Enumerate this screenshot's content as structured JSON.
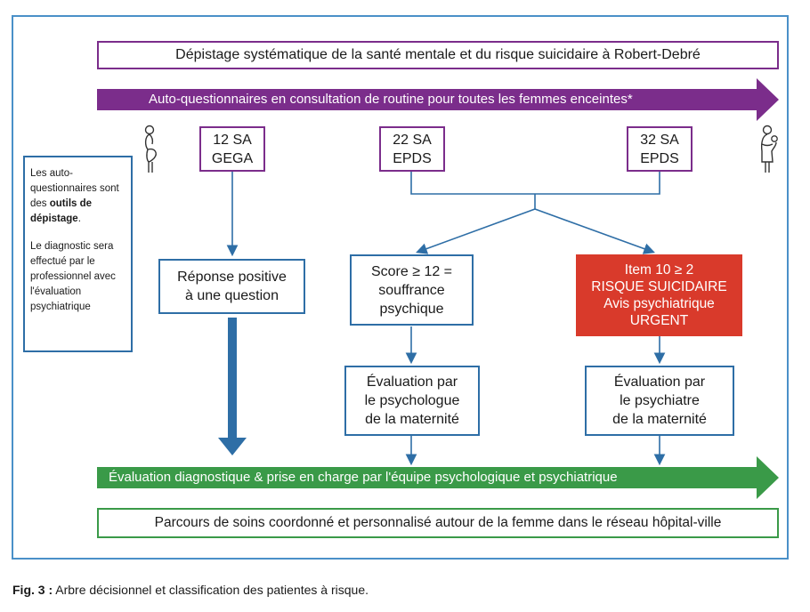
{
  "title": "Dépistage systématique de la santé mentale et du risque suicidaire à Robert-Debré",
  "purple_arrow_label": "Auto-questionnaires en consultation de routine pour toutes les femmes enceintes*",
  "stages": [
    {
      "line1": "12 SA",
      "line2": "GEGA"
    },
    {
      "line1": "22 SA",
      "line2": "EPDS"
    },
    {
      "line1": "32 SA",
      "line2": "EPDS"
    }
  ],
  "note": {
    "part1_pre": "Les auto-questionnaires sont des ",
    "part1_bold": "outils de dépistage",
    "part1_post": ".",
    "part2": "Le diagnostic sera effectué par le professionnel avec l'évaluation psychiatrique"
  },
  "positive_response": {
    "line1": "Réponse positive",
    "line2": "à une question"
  },
  "score_box": {
    "line1": "Score ≥ 12 =",
    "line2": "souffrance",
    "line3": "psychique"
  },
  "urgent_box": {
    "line1": "Item 10 ≥ 2",
    "line2": "RISQUE SUICIDAIRE",
    "line3": "Avis psychiatrique",
    "line4": "URGENT"
  },
  "psychologue_box": {
    "line1": "Évaluation par",
    "line2": "le psychologue",
    "line3": "de la maternité"
  },
  "psychiatre_box": {
    "line1": "Évaluation par",
    "line2": "le psychiatre",
    "line3": "de la maternité"
  },
  "green_arrow_label": "Évaluation diagnostique & prise en charge par l'équipe psychologique et psychiatrique",
  "bottom_box": "Parcours de soins coordonné et personnalisé autour de la femme dans le réseau hôpital-ville",
  "caption": {
    "label": "Fig. 3 :",
    "text": " Arbre décisionnel et classification des patientes à risque."
  },
  "icons": {
    "left": "pregnant-woman-icon",
    "right": "mother-with-baby-icon"
  },
  "colors": {
    "purple": "#7b2d8b",
    "blue": "#2e6ea6",
    "red": "#d93a2b",
    "green": "#3a9a48",
    "frame": "#4a90c8"
  }
}
